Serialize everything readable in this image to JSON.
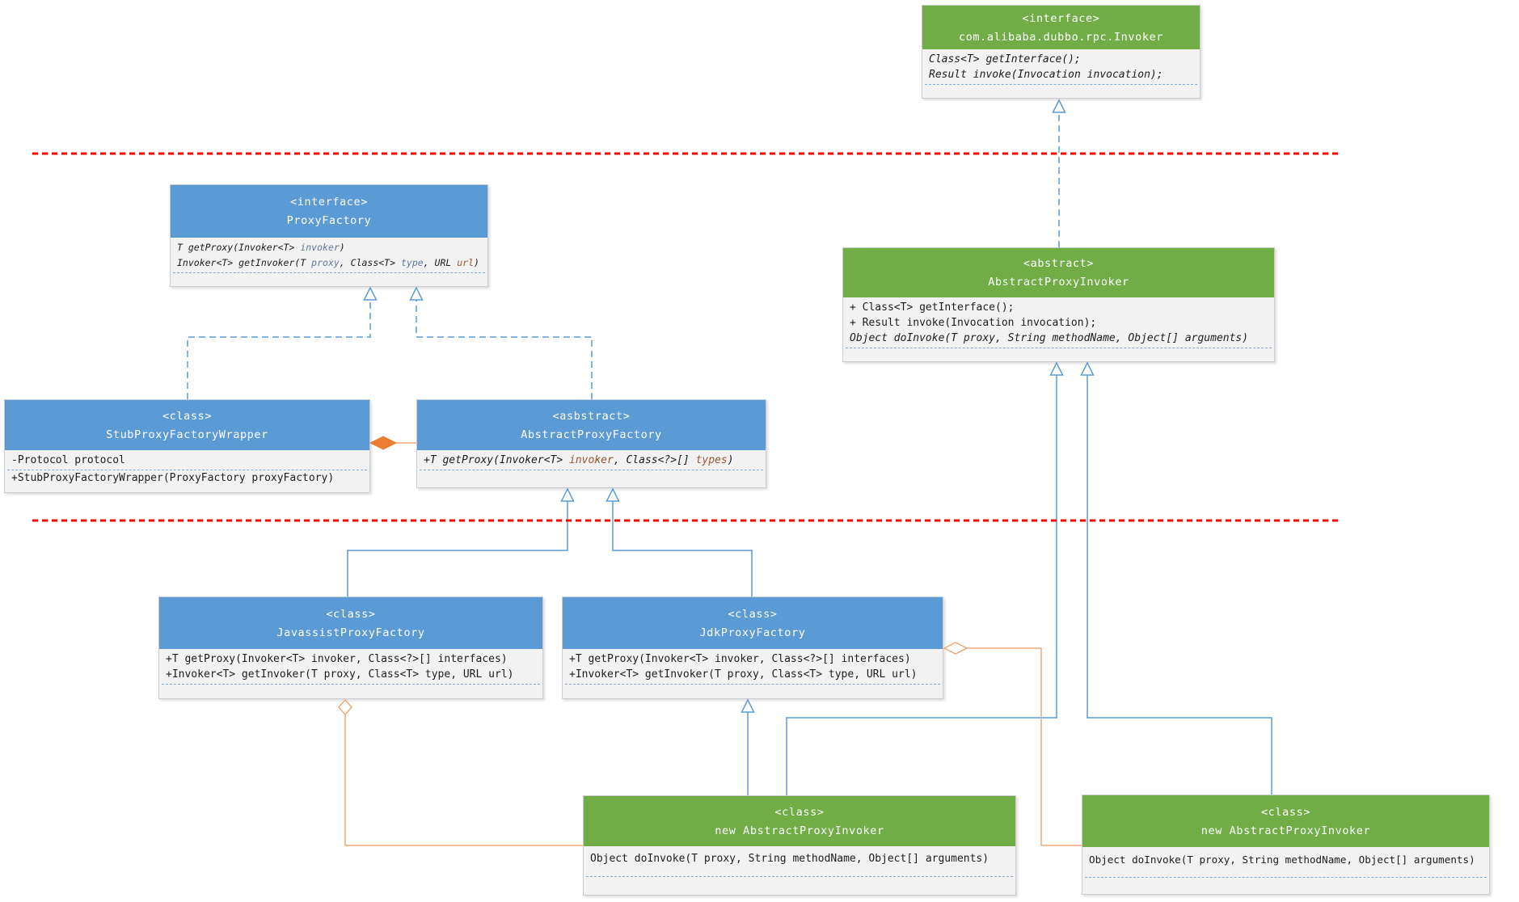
{
  "colors": {
    "blue_header": "#5B9BD5",
    "green_header": "#70AD47",
    "body_bg": "#F2F2F2",
    "connector_blue": "#5B9BD5",
    "connector_orange": "#F2A977",
    "diamond_filled": "#ED7D31",
    "red_divider": "#FF0000",
    "separator_blue": "#7FADDB",
    "param_blue": "#62789B",
    "param_maroon": "#9C5430"
  },
  "boxes": {
    "invoker_interface": {
      "stereotype": "<interface>",
      "name": "com.alibaba.dubbo.rpc.Invoker",
      "methods": [
        {
          "italic": true,
          "segments": [
            {
              "text": "Class<T> getInterface();"
            }
          ]
        },
        {
          "italic": true,
          "segments": [
            {
              "text": "Result invoke(Invocation invocation);"
            }
          ]
        }
      ]
    },
    "proxy_factory": {
      "stereotype": "<interface>",
      "name": "ProxyFactory",
      "methods": [
        {
          "italic": true,
          "segments": [
            {
              "text": "T getProxy(Invoker<T> "
            },
            {
              "text": "invoker",
              "color": "param_blue"
            },
            {
              "text": ")"
            }
          ]
        },
        {
          "italic": true,
          "segments": [
            {
              "text": "Invoker<T> getInvoker(T "
            },
            {
              "text": "proxy",
              "color": "param_blue"
            },
            {
              "text": ", Class<T> "
            },
            {
              "text": "type",
              "color": "param_blue"
            },
            {
              "text": ", URL "
            },
            {
              "text": "url",
              "color": "param_maroon"
            },
            {
              "text": ")"
            }
          ]
        }
      ]
    },
    "stub_wrapper": {
      "stereotype": "<class>",
      "name": "StubProxyFactoryWrapper",
      "attributes": [
        {
          "italic": false,
          "segments": [
            {
              "text": "-Protocol protocol"
            }
          ]
        }
      ],
      "methods": [
        {
          "italic": false,
          "segments": [
            {
              "text": "+StubProxyFactoryWrapper(ProxyFactory proxyFactory)"
            }
          ]
        }
      ]
    },
    "abstract_proxy_factory": {
      "stereotype": "<asbstract>",
      "name": "AbstractProxyFactory",
      "methods": [
        {
          "italic": true,
          "segments": [
            {
              "text": "+T getProxy(Invoker<T> "
            },
            {
              "text": "invoker",
              "color": "param_maroon"
            },
            {
              "text": ", Class<?>[] "
            },
            {
              "text": "types",
              "color": "param_maroon"
            },
            {
              "text": ")"
            }
          ]
        }
      ]
    },
    "abstract_proxy_invoker": {
      "stereotype": "<abstract>",
      "name": "AbstractProxyInvoker",
      "methods": [
        {
          "italic": false,
          "segments": [
            {
              "text": "+ Class<T> getInterface();"
            }
          ]
        },
        {
          "italic": false,
          "segments": [
            {
              "text": "+ Result invoke(Invocation invocation);"
            }
          ]
        },
        {
          "italic": true,
          "segments": [
            {
              "text": "Object doInvoke(T proxy, String methodName, Object[] arguments)"
            }
          ]
        }
      ]
    },
    "javassist_factory": {
      "stereotype": "<class>",
      "name": "JavassistProxyFactory",
      "methods": [
        {
          "italic": false,
          "segments": [
            {
              "text": "+T getProxy(Invoker<T> invoker, Class<?>[] interfaces)"
            }
          ]
        },
        {
          "italic": false,
          "segments": [
            {
              "text": "+Invoker<T> getInvoker(T proxy, Class<T> type, URL url)"
            }
          ]
        }
      ]
    },
    "jdk_factory": {
      "stereotype": "<class>",
      "name": "JdkProxyFactory",
      "methods": [
        {
          "italic": false,
          "segments": [
            {
              "text": "+T getProxy(Invoker<T> invoker, Class<?>[] interfaces)"
            }
          ]
        },
        {
          "italic": false,
          "segments": [
            {
              "text": "+Invoker<T> getInvoker(T proxy, Class<T> type, URL url)"
            }
          ]
        }
      ]
    },
    "new_invoker_left": {
      "stereotype": "<class>",
      "name": "new AbstractProxyInvoker",
      "methods": [
        {
          "italic": false,
          "segments": [
            {
              "text": "Object doInvoke(T proxy, String methodName, Object[] arguments)"
            }
          ]
        }
      ]
    },
    "new_invoker_right": {
      "stereotype": "<class>",
      "name": "new AbstractProxyInvoker",
      "methods": [
        {
          "italic": false,
          "segments": [
            {
              "text": "Object doInvoke(T proxy, String methodName, Object[] arguments)"
            }
          ]
        }
      ]
    }
  }
}
